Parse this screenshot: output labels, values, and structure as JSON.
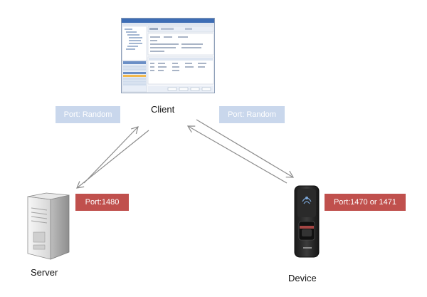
{
  "nodes": {
    "client": {
      "label": "Client",
      "icon": "application-window-screenshot"
    },
    "server": {
      "label": "Server",
      "icon": "server-tower"
    },
    "device": {
      "label": "Device",
      "icon": "fingerprint-reader"
    }
  },
  "ports": {
    "client_server": "Port: Random",
    "client_device": "Port: Random",
    "server": "Port:1480",
    "device": "Port:1470 or 1471"
  },
  "colors": {
    "port_light": "#c9d7ec",
    "port_red": "#c0504d",
    "arrow": "#8c8c8c"
  }
}
